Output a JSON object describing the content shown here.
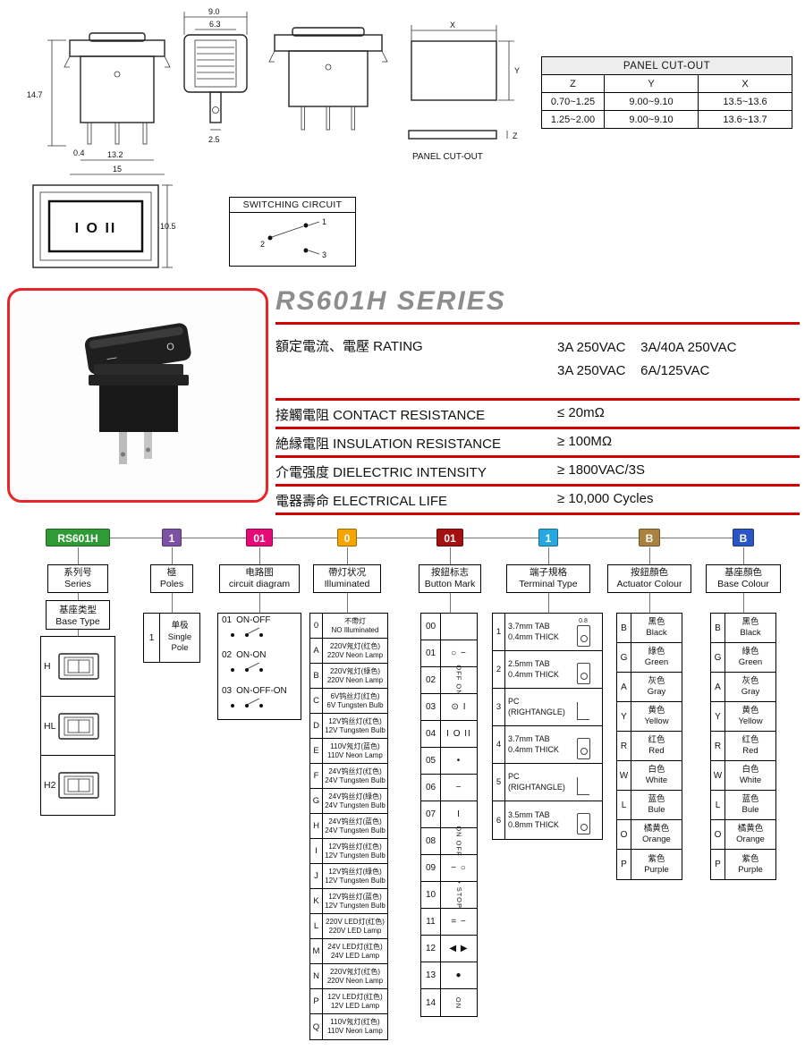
{
  "accent": {
    "red_line": "#d40000"
  },
  "drawings": {
    "dims": {
      "front_height": "14.7",
      "pin_width": "0.4",
      "body_width": "13.2",
      "outer_width": "15",
      "top_width": "9.0",
      "top_inner_width": "6.3",
      "terminal_width": "2.5",
      "rocker_height": "10.5",
      "cutout_x": "X",
      "cutout_y": "Y",
      "cutout_z": "Z"
    },
    "rocker_marks": "I O II",
    "panel_cutout_label": "PANEL CUT-OUT",
    "switching_circuit": {
      "title": "SWITCHING CIRCUIT",
      "terminals": [
        "1",
        "2",
        "3"
      ]
    }
  },
  "cutout_table": {
    "title": "PANEL CUT-OUT",
    "headers": [
      "Z",
      "Y",
      "X"
    ],
    "rows": [
      [
        "0.70~1.25",
        "9.00~9.10",
        "13.5~13.6"
      ],
      [
        "1.25~2.00",
        "9.00~9.10",
        "13.6~13.7"
      ]
    ]
  },
  "series": {
    "title": "RS601H SERIES",
    "rating": {
      "label": "額定電流、電壓 RATING",
      "line1": "3A 250VAC    3A/40A 250VAC",
      "line2": "3A 250VAC    6A/125VAC"
    },
    "specs": [
      {
        "label": "接觸電阻 CONTACT RESISTANCE",
        "value": "≤ 20mΩ"
      },
      {
        "label": "絶縁電阻 INSULATION RESISTANCE",
        "value": "≥ 100MΩ"
      },
      {
        "label": "介電强度 DIELECTRIC INTENSITY",
        "value": "≥ 1800VAC/3S"
      },
      {
        "label": "電器壽命 ELECTRICAL LIFE",
        "value": "≥ 10,000 Cycles"
      }
    ]
  },
  "ordering": {
    "codes": [
      {
        "code": "RS601H",
        "color": "#2f9b37"
      },
      {
        "code": "1",
        "color": "#7d52a5"
      },
      {
        "code": "01",
        "color": "#e50a77"
      },
      {
        "code": "0",
        "color": "#f5a400"
      },
      {
        "code": "01",
        "color": "#a40f0f"
      },
      {
        "code": "1",
        "color": "#29a8e0"
      },
      {
        "code": "B",
        "color": "#a9823f"
      },
      {
        "code": "B",
        "color": "#2b54c4"
      }
    ],
    "headers": [
      {
        "zh": "系列号",
        "en": "Series"
      },
      {
        "zh": "極",
        "en": "Poles"
      },
      {
        "zh": "电路图",
        "en": "circuit diagram"
      },
      {
        "zh": "帶灯状况",
        "en": "Illuminated"
      },
      {
        "zh": "按鈕标志",
        "en": "Button Mark"
      },
      {
        "zh": "端子規格",
        "en": "Terminal Type"
      },
      {
        "zh": "按鈕顏色",
        "en": "Actuator Colour"
      },
      {
        "zh": "基座顏色",
        "en": "Base Colour"
      }
    ]
  },
  "base_type": {
    "zh": "基座类型",
    "en": "Base Type",
    "items": [
      {
        "code": "H"
      },
      {
        "code": "HL"
      },
      {
        "code": "H2"
      }
    ]
  },
  "poles": {
    "code": "1",
    "zh": "单极",
    "en": "Single Pole"
  },
  "circuit": {
    "rows": [
      {
        "code": "01",
        "label": "ON-OFF"
      },
      {
        "code": "02",
        "label": "ON-ON"
      },
      {
        "code": "03",
        "label": "ON-OFF-ON"
      }
    ]
  },
  "illuminated": {
    "rows": [
      {
        "code": "0",
        "zh": "不帶灯",
        "en": "NO Illuminated"
      },
      {
        "code": "A",
        "zh": "220V氖灯(红色)",
        "en": "220V Neon Lamp"
      },
      {
        "code": "B",
        "zh": "220V氖灯(綠色)",
        "en": "220V Neon Lamp"
      },
      {
        "code": "C",
        "zh": "6V钨丝灯(红色)",
        "en": "6V Tungsten Bulb"
      },
      {
        "code": "D",
        "zh": "12V钨丝灯(红色)",
        "en": "12V Tungsten Bulb"
      },
      {
        "code": "E",
        "zh": "110V氖灯(蓝色)",
        "en": "110V Neon Lamp"
      },
      {
        "code": "F",
        "zh": "24V钨丝灯(红色)",
        "en": "24V Tungsten Bulb"
      },
      {
        "code": "G",
        "zh": "24V钨丝灯(綠色)",
        "en": "24V Tungsten Bulb"
      },
      {
        "code": "H",
        "zh": "24V钨丝灯(蓝色)",
        "en": "24V Tungsten Bulb"
      },
      {
        "code": "I",
        "zh": "12V钨丝灯(红色)",
        "en": "12V Tungsten Bulb"
      },
      {
        "code": "J",
        "zh": "12V钨丝灯(綠色)",
        "en": "12V Tungsten Bulb"
      },
      {
        "code": "K",
        "zh": "12V钨丝灯(蓝色)",
        "en": "12V Tungsten Bulb"
      },
      {
        "code": "L",
        "zh": "220V LED灯(红色)",
        "en": "220V LED Lamp"
      },
      {
        "code": "M",
        "zh": "24V LED灯(红色)",
        "en": "24V LED Lamp"
      },
      {
        "code": "N",
        "zh": "220V氖灯(红色)",
        "en": "220V Neon Lamp"
      },
      {
        "code": "P",
        "zh": "12V LED灯(红色)",
        "en": "12V LED Lamp"
      },
      {
        "code": "Q",
        "zh": "110V氖灯(红色)",
        "en": "110V Neon Lamp"
      }
    ]
  },
  "button_mark": {
    "rows": [
      {
        "code": "00",
        "mark": "",
        "cls": "mk"
      },
      {
        "code": "01",
        "mark": "○ −",
        "cls": "mk"
      },
      {
        "code": "02",
        "mark": "OFF ON",
        "cls": "mk rot"
      },
      {
        "code": "03",
        "mark": "⊙ I",
        "cls": "mk"
      },
      {
        "code": "04",
        "mark": "I O II",
        "cls": "mk"
      },
      {
        "code": "05",
        "mark": "•",
        "cls": "mk"
      },
      {
        "code": "06",
        "mark": "−",
        "cls": "mk"
      },
      {
        "code": "07",
        "mark": "I",
        "cls": "mk"
      },
      {
        "code": "08",
        "mark": "ON OFF",
        "cls": "mk rot"
      },
      {
        "code": "09",
        "mark": "− ○",
        "cls": "mk"
      },
      {
        "code": "10",
        "mark": "• STOP",
        "cls": "mk rot"
      },
      {
        "code": "11",
        "mark": "= −",
        "cls": "mk"
      },
      {
        "code": "12",
        "mark": "◀ ▶",
        "cls": "mk"
      },
      {
        "code": "13",
        "mark": "●",
        "cls": "mk"
      },
      {
        "code": "14",
        "mark": "ON",
        "cls": "mk rot"
      }
    ]
  },
  "terminal": {
    "rows": [
      {
        "code": "1",
        "line1": "3.7mm TAB",
        "line2": "0.4mm THICK",
        "icon": "t-icon icon-tab",
        "note": "0.8"
      },
      {
        "code": "2",
        "line1": "2.5mm TAB",
        "line2": "0.4mm THICK",
        "icon": "t-icon icon-tab",
        "note": ""
      },
      {
        "code": "3",
        "line1": "PC",
        "line2": "(RIGHTANGLE)",
        "icon": "t-icon icon-angle",
        "note": ""
      },
      {
        "code": "4",
        "line1": "3.7mm TAB",
        "line2": "0.4mm THICK",
        "icon": "t-icon icon-tab",
        "note": ""
      },
      {
        "code": "5",
        "line1": "PC",
        "line2": "(RIGHTANGLE)",
        "icon": "t-icon icon-angle",
        "note": ""
      },
      {
        "code": "6",
        "line1": "3.5mm TAB",
        "line2": "0.8mm THICK",
        "icon": "t-icon icon-tab",
        "note": ""
      }
    ]
  },
  "actuator_colour": {
    "rows": [
      {
        "code": "B",
        "zh": "黑色",
        "en": "Black"
      },
      {
        "code": "G",
        "zh": "綠色",
        "en": "Green"
      },
      {
        "code": "A",
        "zh": "灰色",
        "en": "Gray"
      },
      {
        "code": "Y",
        "zh": "黄色",
        "en": "Yellow"
      },
      {
        "code": "R",
        "zh": "红色",
        "en": "Red"
      },
      {
        "code": "W",
        "zh": "白色",
        "en": "White"
      },
      {
        "code": "L",
        "zh": "蓝色",
        "en": "Bule"
      },
      {
        "code": "O",
        "zh": "橘黄色",
        "en": "Orange"
      },
      {
        "code": "P",
        "zh": "紫色",
        "en": "Purple"
      }
    ]
  },
  "base_colour": {
    "rows": [
      {
        "code": "B",
        "zh": "黑色",
        "en": "Black"
      },
      {
        "code": "G",
        "zh": "綠色",
        "en": "Green"
      },
      {
        "code": "A",
        "zh": "灰色",
        "en": "Gray"
      },
      {
        "code": "Y",
        "zh": "黄色",
        "en": "Yellow"
      },
      {
        "code": "R",
        "zh": "红色",
        "en": "Red"
      },
      {
        "code": "W",
        "zh": "白色",
        "en": "White"
      },
      {
        "code": "L",
        "zh": "蓝色",
        "en": "Bule"
      },
      {
        "code": "O",
        "zh": "橘黄色",
        "en": "Orange"
      },
      {
        "code": "P",
        "zh": "紫色",
        "en": "Purple"
      }
    ]
  }
}
